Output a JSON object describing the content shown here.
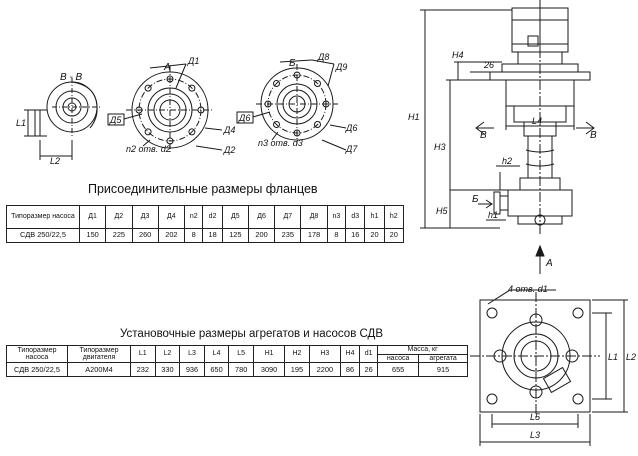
{
  "colors": {
    "line": "#1a1a1a",
    "paper": "#ffffff"
  },
  "drawing_labels": {
    "section_bb": "В - В",
    "view_a": "А",
    "view_b": "Б",
    "arrow_a": "А",
    "arrow_b": "Б",
    "section_mark_left": "В",
    "section_mark_right": "В",
    "l1": "L1",
    "l2": "L2",
    "l3": "L3",
    "l4": "L4",
    "l5": "L5",
    "h1": "H1",
    "h2": "h2",
    "h1_small": "h1",
    "h3": "H3",
    "h4": "H4",
    "h_small": "H5",
    "dim_26": "26",
    "flange_a": {
      "d1": "Д1",
      "d2": "Д2",
      "d3": "Д3",
      "d4": "Д4",
      "d5": "Д5",
      "holes": "n2 отв. d2"
    },
    "flange_b": {
      "d6": "Д6",
      "d7": "Д7",
      "d8": "Д8",
      "d9": "Д9",
      "holes": "n3 отв. d3"
    },
    "holes_base": "4 отв. d1"
  },
  "flange_table": {
    "caption": "Присоединительные размеры фланцев",
    "headers": [
      "Типоразмер насоса",
      "Д1",
      "Д2",
      "Д3",
      "Д4",
      "n2",
      "d2",
      "Д5",
      "Д6",
      "Д7",
      "Д8",
      "n3",
      "d3",
      "h1",
      "h2"
    ],
    "rows": [
      [
        "СДВ 250/22,5",
        "150",
        "225",
        "260",
        "202",
        "8",
        "18",
        "125",
        "200",
        "235",
        "178",
        "8",
        "16",
        "20",
        "20"
      ]
    ]
  },
  "unit_table": {
    "caption": "Установочные размеры агрегатов и насосов СДВ",
    "headers_top": [
      "Типоразмер насоса",
      "Типоразмер двигателя",
      "L1",
      "L2",
      "L3",
      "L4",
      "L5",
      "H1",
      "H2",
      "H3",
      "H4",
      "d1",
      "Масса, кг"
    ],
    "headers_sub": [
      "насоса",
      "агрегата"
    ],
    "rows": [
      [
        "СДВ 250/22,5",
        "А200М4",
        "232",
        "330",
        "936",
        "650",
        "780",
        "3090",
        "195",
        "2200",
        "86",
        "26",
        "655",
        "915"
      ]
    ]
  }
}
